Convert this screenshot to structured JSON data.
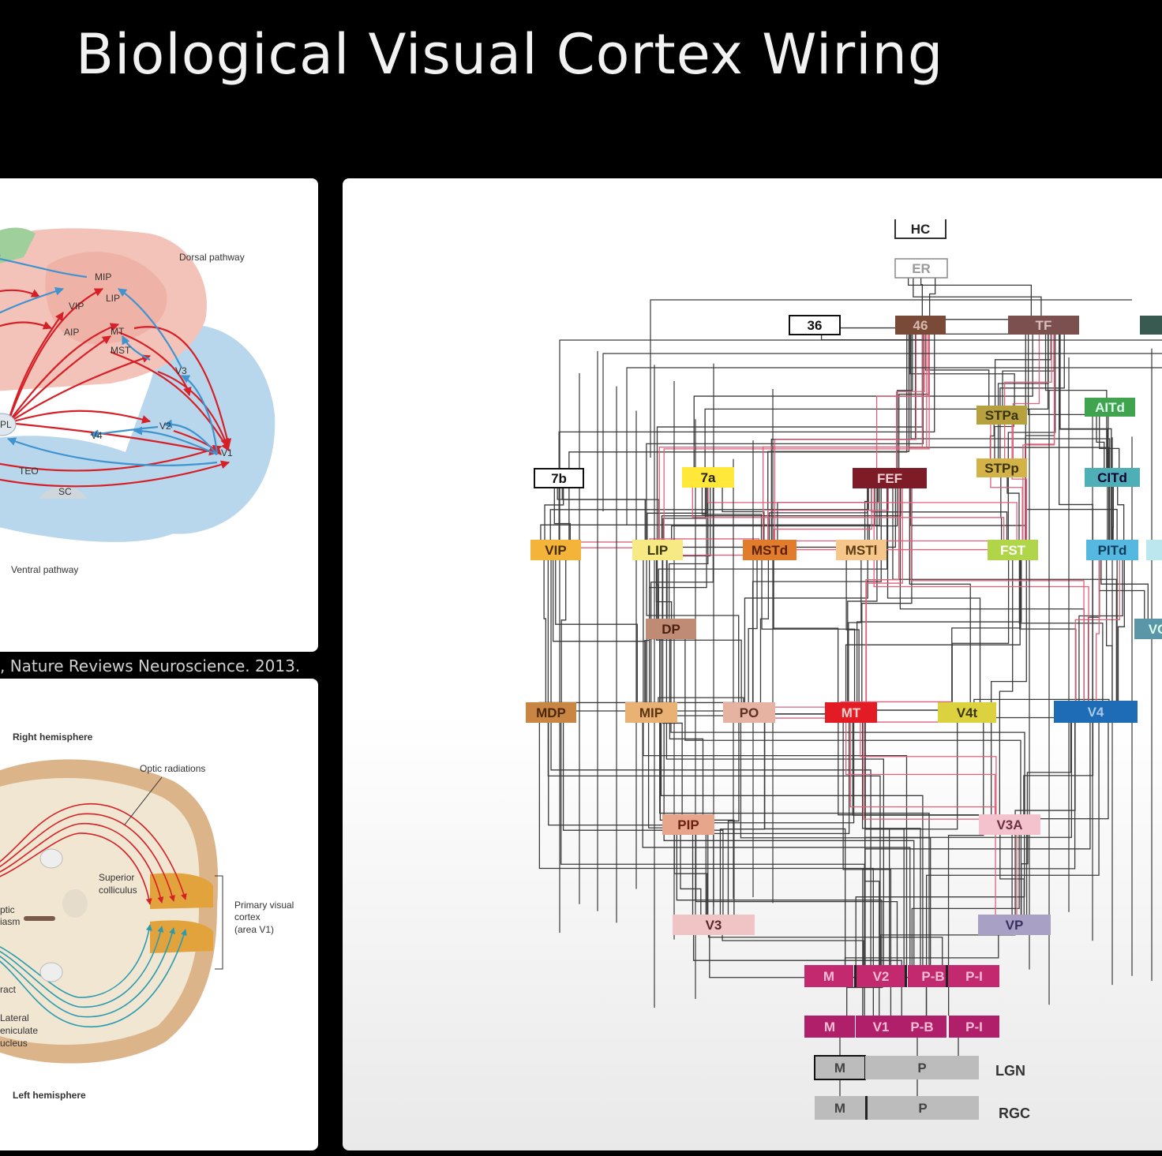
{
  "title": "Biological Visual Cortex Wiring",
  "caption": ", Nature Reviews Neuroscience. 2013.",
  "brain": {
    "dorsal_label": "Dorsal pathway",
    "ventral_label": "Ventral pathway",
    "areas": {
      "mip": "MIP",
      "lip": "LIP",
      "vip": "VIP",
      "aip": "AIP",
      "mt": "MT",
      "mst": "MST",
      "v3": "V3",
      "v2": "V2",
      "v4": "V4",
      "v1": "V1",
      "teo": "TEO",
      "sc": "SC",
      "pl": "PL"
    }
  },
  "axial": {
    "right_hemisphere": "Right hemisphere",
    "left_hemisphere": "Left hemisphere",
    "optic_radiations": "Optic radiations",
    "superior_line1": "Superior",
    "superior_line2": "colliculus",
    "v1_line1": "Primary visual",
    "v1_line2": "cortex",
    "v1_line3": "(area V1)",
    "chiasm_line1": "ptic",
    "chiasm_line2": "iasm",
    "tract": "ract",
    "lgn_line1": "Lateral",
    "lgn_line2": "eniculate",
    "lgn_line3": "ucleus"
  },
  "network": {
    "nodes": {
      "hc": "HC",
      "er": "ER",
      "a36": "36",
      "a46": "46",
      "tf": "TF",
      "stpa": "STPa",
      "aitd": "AITd",
      "stpp": "STPp",
      "citd": "CITd",
      "a7b": "7b",
      "a7a": "7a",
      "fef": "FEF",
      "vip": "VIP",
      "lip": "LIP",
      "mstd": "MSTd",
      "mstl": "MSTl",
      "fst": "FST",
      "pitd": "PITd",
      "dp": "DP",
      "vo": "VO",
      "mdp": "MDP",
      "mip": "MIP",
      "po": "PO",
      "mt": "MT",
      "v4t": "V4t",
      "v4": "V4",
      "pip": "PIP",
      "v3a": "V3A",
      "v3": "V3",
      "vp": "VP",
      "v2_m": "M",
      "v2": "V2",
      "v2_pb": "P-B",
      "v2_pi": "P-I",
      "v1_m": "M",
      "v1": "V1",
      "v1_pb": "P-B",
      "v1_pi": "P-I",
      "lgn_m": "M",
      "lgn_p": "P",
      "lgn": "LGN",
      "rgc_m": "M",
      "rgc_p": "P",
      "rgc": "RGC"
    }
  }
}
